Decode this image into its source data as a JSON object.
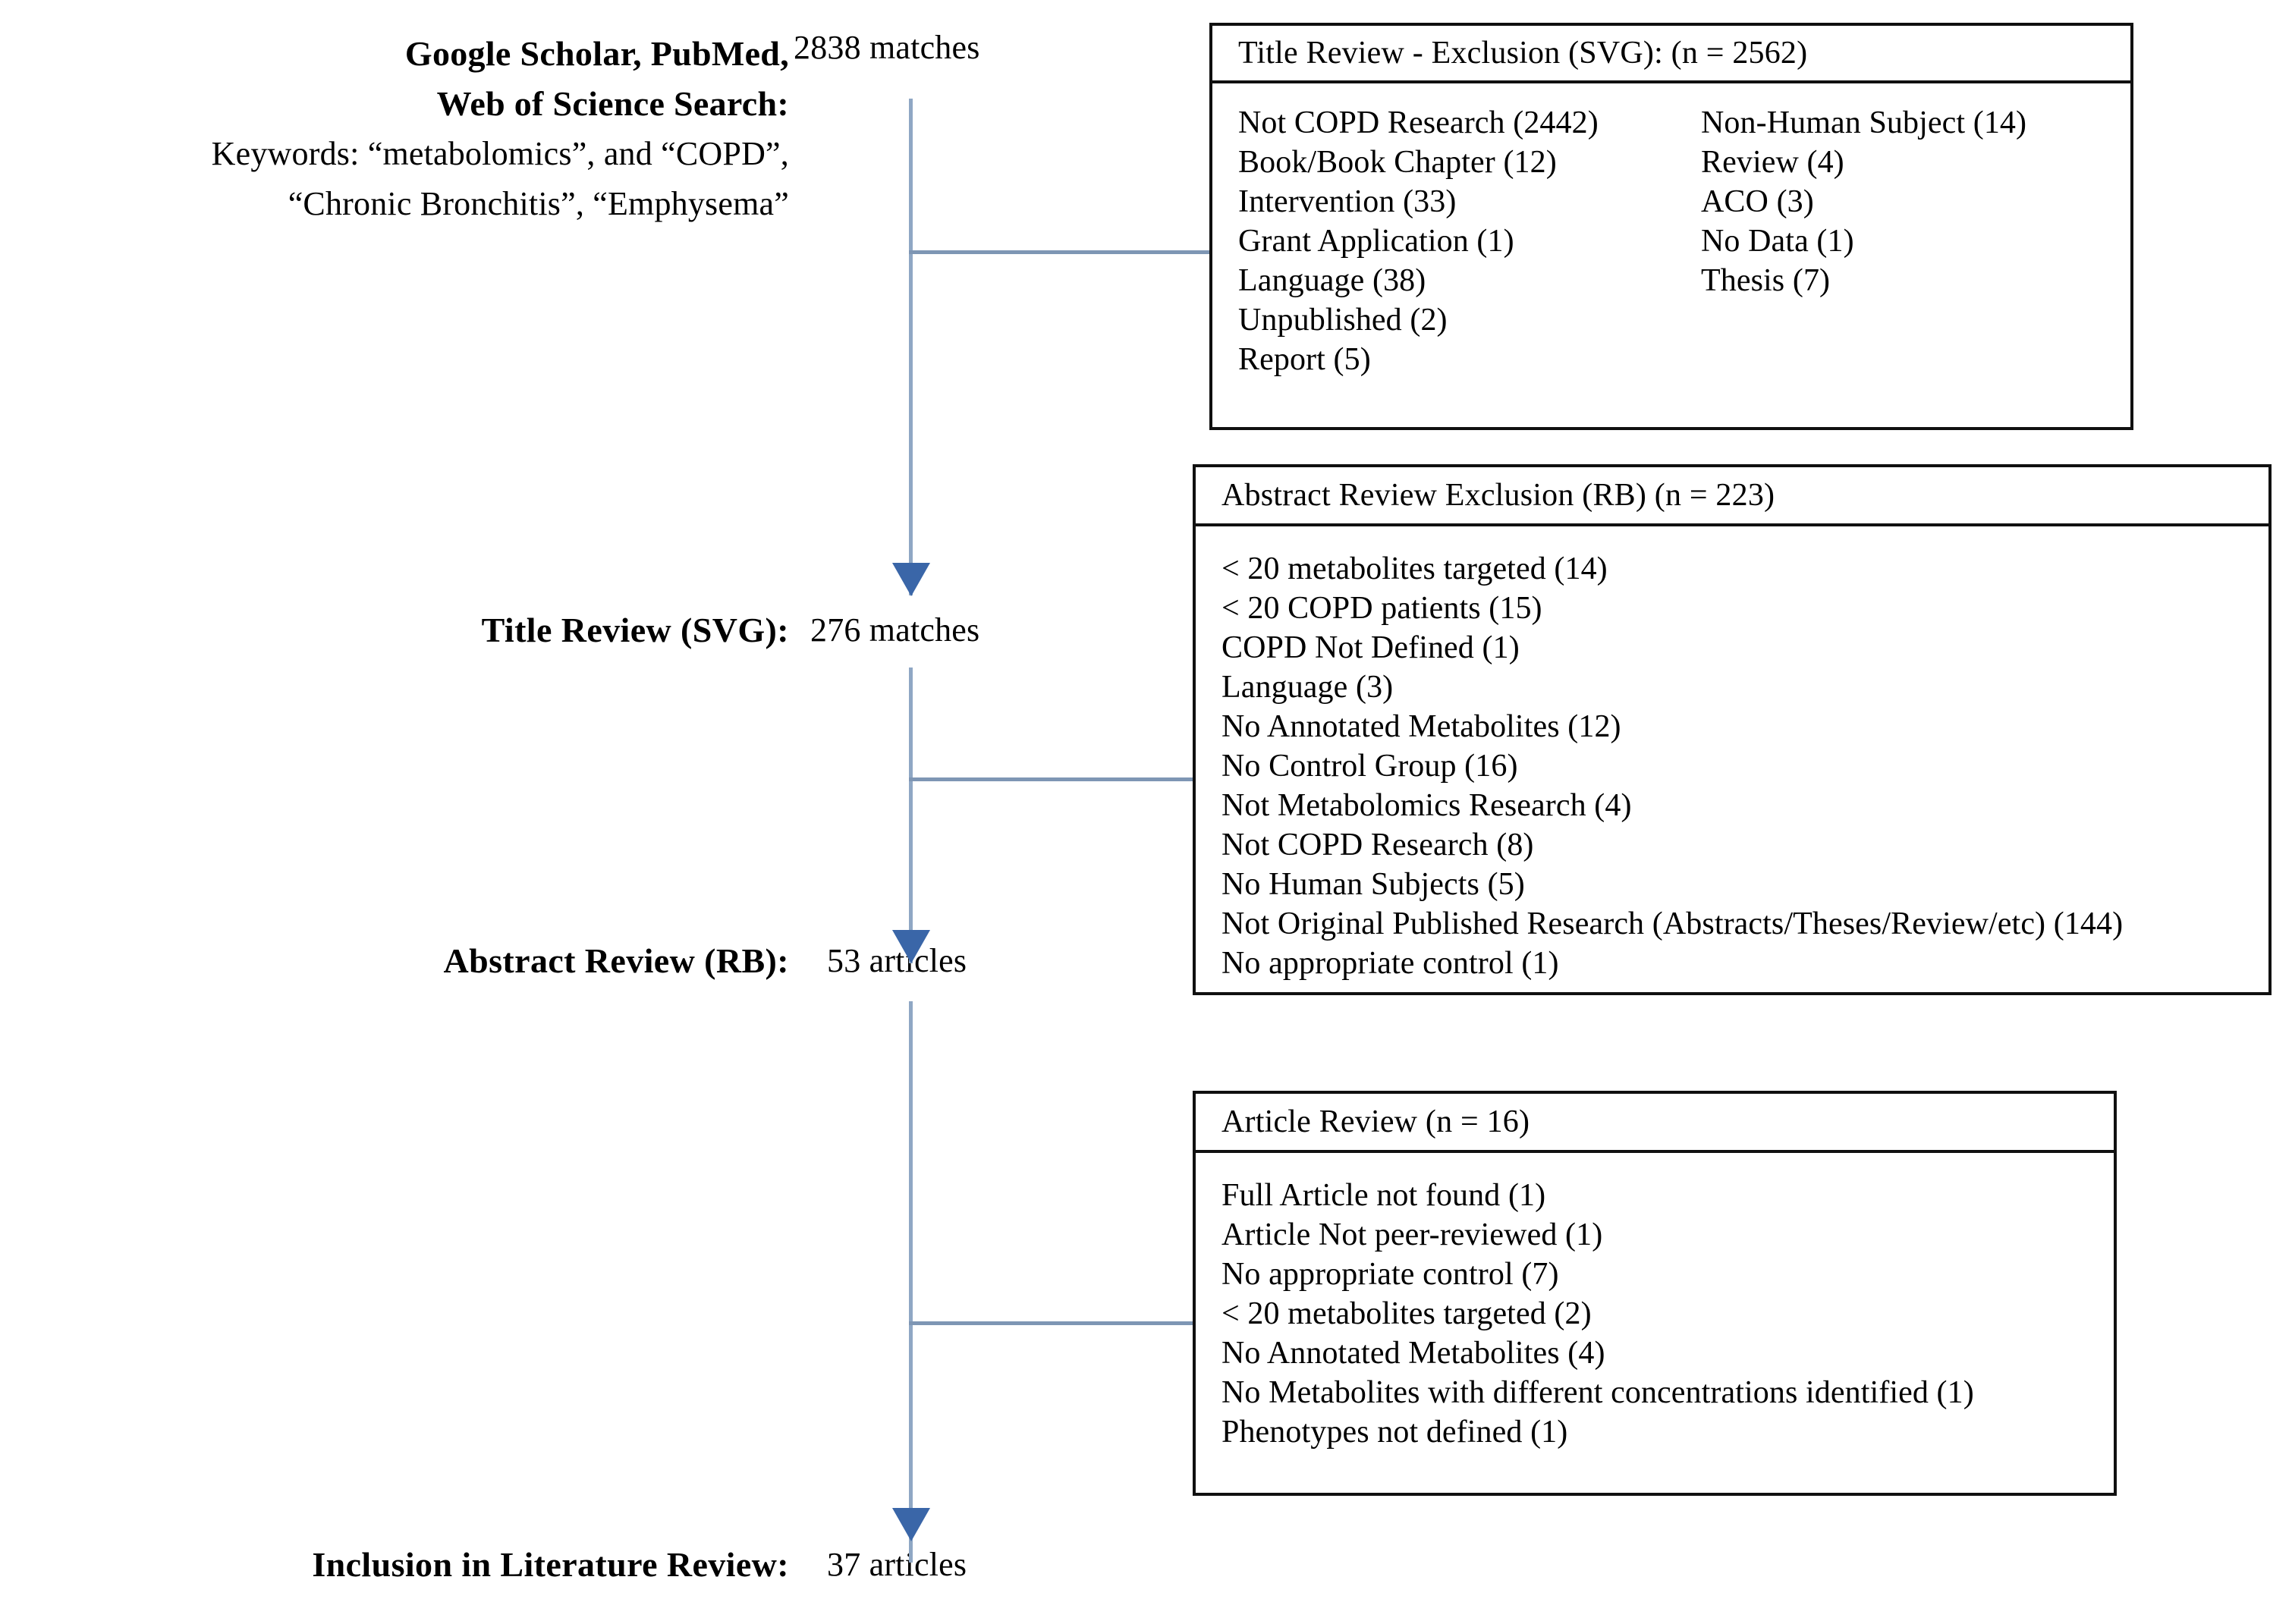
{
  "diagram": {
    "title": "Literature selection flow diagram",
    "accent_line_color": "#8fa7c4",
    "arrow_color": "#3a66a8",
    "box_border_color": "#101010",
    "background_color": "#ffffff"
  },
  "stages": {
    "search": {
      "title_line1": "Google Scholar, PubMed,",
      "title_line2": "Web of Science Search:",
      "keywords_line1": "Keywords:  “metabolomics”,  and “COPD”,",
      "keywords_line2": "“Chronic  Bronchitis”,  “Emphysema”",
      "count": "2838 matches"
    },
    "title_review": {
      "label": "Title Review (SVG):",
      "count": "276 matches"
    },
    "abstract_review": {
      "label": "Abstract Review (RB):",
      "count": "53 articles"
    },
    "inclusion": {
      "label": "Inclusion in Literature Review:",
      "count": "37 articles"
    }
  },
  "exclusion_boxes": [
    {
      "id": "title-review-exclusion",
      "header": "Title Review  - Exclusion  (SVG):   (n = 2562)",
      "layout": "two-column",
      "rows": [
        [
          "Not COPD  Research (2442)",
          "Non-Human  Subject (14)"
        ],
        [
          "Book/Book  Chapter (12)",
          "Review (4)"
        ],
        [
          "Intervention (33)",
          "ACO (3)"
        ],
        [
          "Grant  Application (1)",
          "No Data (1)"
        ],
        [
          "Language (38)",
          "Thesis (7)"
        ],
        [
          "Unpublished (2)",
          ""
        ],
        [
          "Report (5)",
          ""
        ]
      ]
    },
    {
      "id": "abstract-review-exclusion",
      "header": "Abstract Review Exclusion (RB)  (n = 223)",
      "layout": "single-column",
      "items": [
        "< 20 metabolites targeted (14)",
        "< 20 COPD  patients (15)",
        "COPD  Not Defined (1)",
        "Language (3)",
        "No Annotated Metabolites (12)",
        "No Control Group (16)",
        "Not Metabolomics Research (4)",
        "Not COPD  Research (8)",
        "No Human  Subjects (5)",
        "Not Original  Published Research (Abstracts/Theses/Review/etc) (144)",
        "No appropriate control (1)"
      ]
    },
    {
      "id": "article-review-exclusion",
      "header": "Article Review  (n = 16)",
      "layout": "single-column",
      "items": [
        "Full  Article not found (1)",
        "Article Not peer-reviewed (1)",
        "No appropriate control (7)",
        "< 20 metabolites targeted (2)",
        "No Annotated Metabolites (4)",
        "No Metabolites with  different concentrations identified (1)",
        "Phenotypes not defined (1)"
      ]
    }
  ]
}
